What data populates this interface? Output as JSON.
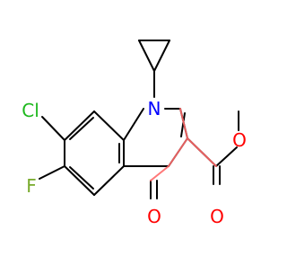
{
  "molecule": {
    "atom_labels": {
      "nitrogen": "N",
      "chlorine": "Cl",
      "fluorine": "F",
      "ketone_oxygen": "O",
      "ester_ether_oxygen": "O",
      "ester_carbonyl_oxygen": "O"
    },
    "colors": {
      "bond": "#000000",
      "nitrogen": "#0000ff",
      "chlorine": "#1db81d",
      "fluorine": "#77aa2a",
      "oxygen": "#ff0000",
      "background": "#ffffff"
    }
  }
}
